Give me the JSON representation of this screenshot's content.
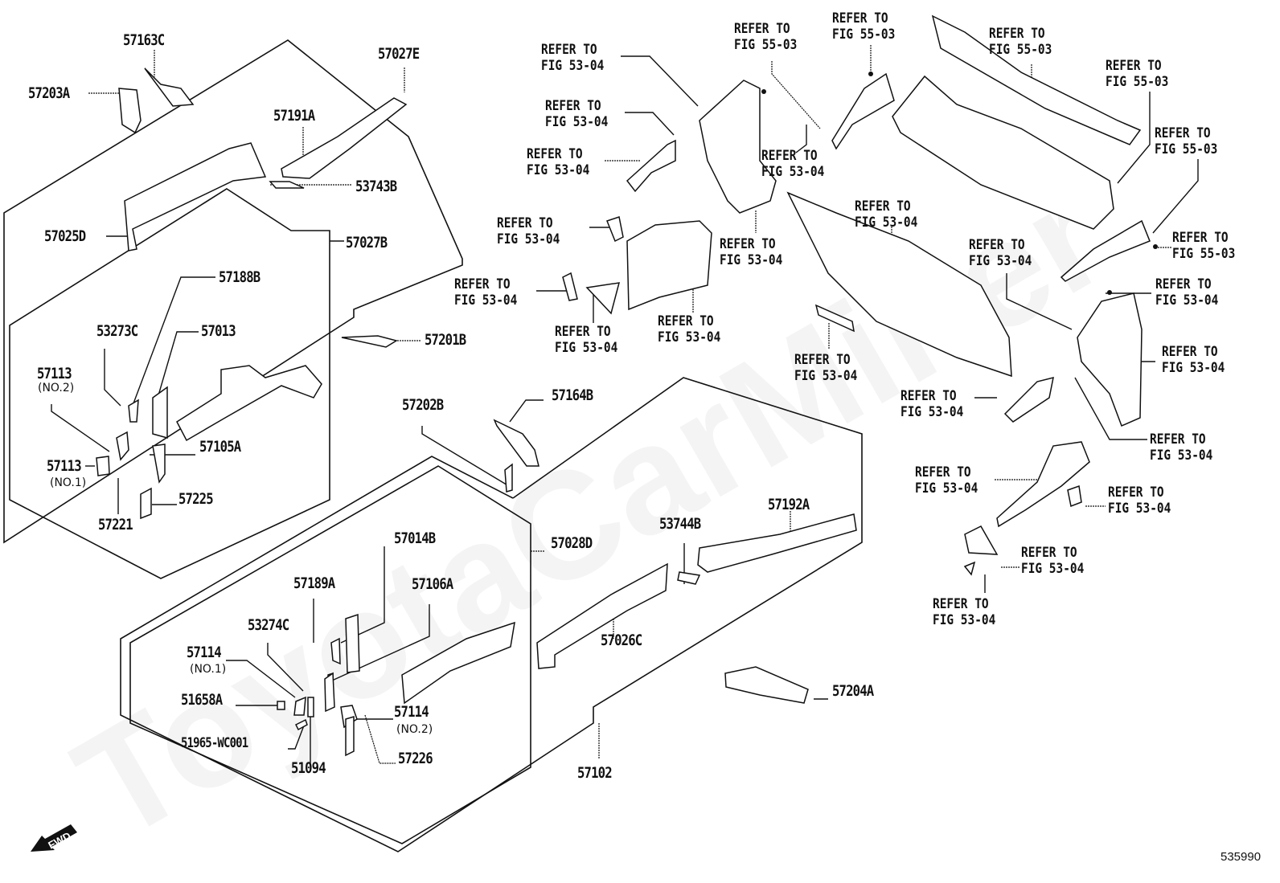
{
  "diagram": {
    "type": "parts-exploded-view",
    "figure_number": "535990",
    "watermark": "ToyotaCarMiner",
    "direction_badge": "FWD",
    "part_labels": [
      {
        "id": "57163C",
        "label": "57163C"
      },
      {
        "id": "57203A",
        "label": "57203A"
      },
      {
        "id": "57027E",
        "label": "57027E"
      },
      {
        "id": "57191A",
        "label": "57191A"
      },
      {
        "id": "53743B",
        "label": "53743B"
      },
      {
        "id": "57025D",
        "label": "57025D"
      },
      {
        "id": "57027B",
        "label": "57027B"
      },
      {
        "id": "57188B",
        "label": "57188B"
      },
      {
        "id": "53273C",
        "label": "53273C"
      },
      {
        "id": "57013",
        "label": "57013"
      },
      {
        "id": "57113-2",
        "label": "57113",
        "note": "(NO.2)"
      },
      {
        "id": "57105A",
        "label": "57105A"
      },
      {
        "id": "57113-1",
        "label": "57113",
        "note": "(NO.1)"
      },
      {
        "id": "57225",
        "label": "57225"
      },
      {
        "id": "57221",
        "label": "57221"
      },
      {
        "id": "57201B",
        "label": "57201B"
      },
      {
        "id": "57202B",
        "label": "57202B"
      },
      {
        "id": "57164B",
        "label": "57164B"
      },
      {
        "id": "57014B",
        "label": "57014B"
      },
      {
        "id": "57028D",
        "label": "57028D"
      },
      {
        "id": "57189A",
        "label": "57189A"
      },
      {
        "id": "57106A",
        "label": "57106A"
      },
      {
        "id": "53274C",
        "label": "53274C"
      },
      {
        "id": "57114-1",
        "label": "57114",
        "note": "(NO.1)"
      },
      {
        "id": "51658A",
        "label": "51658A"
      },
      {
        "id": "57114-2",
        "label": "57114",
        "note": "(NO.2)"
      },
      {
        "id": "51965-WC001",
        "label": "51965-WC001"
      },
      {
        "id": "51094",
        "label": "51094"
      },
      {
        "id": "57226",
        "label": "57226"
      },
      {
        "id": "57102",
        "label": "57102"
      },
      {
        "id": "57026C",
        "label": "57026C"
      },
      {
        "id": "53744B",
        "label": "53744B"
      },
      {
        "id": "57192A",
        "label": "57192A"
      },
      {
        "id": "57204A",
        "label": "57204A"
      }
    ],
    "references": [
      {
        "line1": "REFER TO",
        "line2": "FIG 53-04"
      },
      {
        "line1": "REFER TO",
        "line2": "FIG 53-04"
      },
      {
        "line1": "REFER TO",
        "line2": "FIG 53-04"
      },
      {
        "line1": "REFER TO",
        "line2": "FIG 55-03"
      },
      {
        "line1": "REFER TO",
        "line2": "FIG 55-03"
      },
      {
        "line1": "REFER TO",
        "line2": "FIG 55-03"
      },
      {
        "line1": "REFER TO",
        "line2": "FIG 55-03"
      },
      {
        "line1": "REFER TO",
        "line2": "FIG 55-03"
      },
      {
        "line1": "REFER TO",
        "line2": "FIG 53-04"
      },
      {
        "line1": "REFER TO",
        "line2": "FIG 53-04"
      },
      {
        "line1": "REFER TO",
        "line2": "FIG 53-04"
      },
      {
        "line1": "REFER TO",
        "line2": "FIG 53-04"
      },
      {
        "line1": "REFER TO",
        "line2": "FIG 53-04"
      },
      {
        "line1": "REFER TO",
        "line2": "FIG 53-04"
      },
      {
        "line1": "REFER TO",
        "line2": "FIG 53-04"
      },
      {
        "line1": "REFER TO",
        "line2": "FIG 55-03"
      },
      {
        "line1": "REFER TO",
        "line2": "FIG 53-04"
      },
      {
        "line1": "REFER TO",
        "line2": "FIG 53-04"
      },
      {
        "line1": "REFER TO",
        "line2": "FIG 53-04"
      },
      {
        "line1": "REFER TO",
        "line2": "FIG 53-04"
      },
      {
        "line1": "REFER TO",
        "line2": "FIG 53-04"
      },
      {
        "line1": "REFER TO",
        "line2": "FIG 53-04"
      },
      {
        "line1": "REFER TO",
        "line2": "FIG 53-04"
      },
      {
        "line1": "REFER TO",
        "line2": "FIG 53-04"
      },
      {
        "line1": "REFER TO",
        "line2": "FIG 53-04"
      }
    ]
  }
}
